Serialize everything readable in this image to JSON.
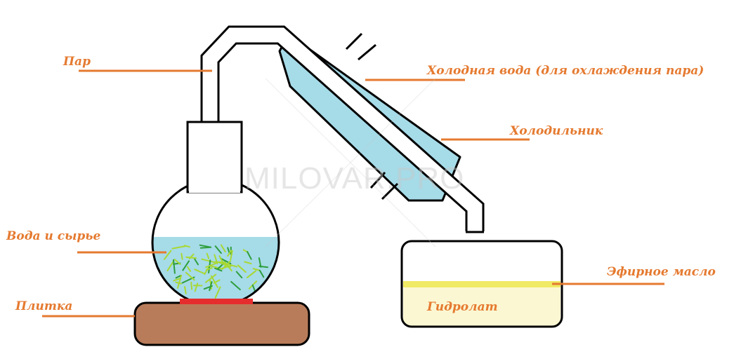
{
  "watermark": "MILOVAR.PRO",
  "labels": {
    "steam": "Пар",
    "cold_water": "Холодная вода (для охлаждения пара)",
    "condenser": "Холодильник",
    "water_and_raw": "Вода и сырье",
    "stove": "Плитка",
    "essential_oil": "Эфирное масло",
    "hydrolate": "Гидролат"
  },
  "colors": {
    "label": "#e57a30",
    "cold_water": "#a6dbe8",
    "flask_water": "#a6dbe8",
    "herbs_dark": "#2e9e3c",
    "herbs_light": "#a8d832",
    "stove_body": "#b97c5a",
    "heater": "#e52d2d",
    "oil_layer": "#f0ea64",
    "hydrolate": "#fbf7d2",
    "outline": "#000000"
  }
}
